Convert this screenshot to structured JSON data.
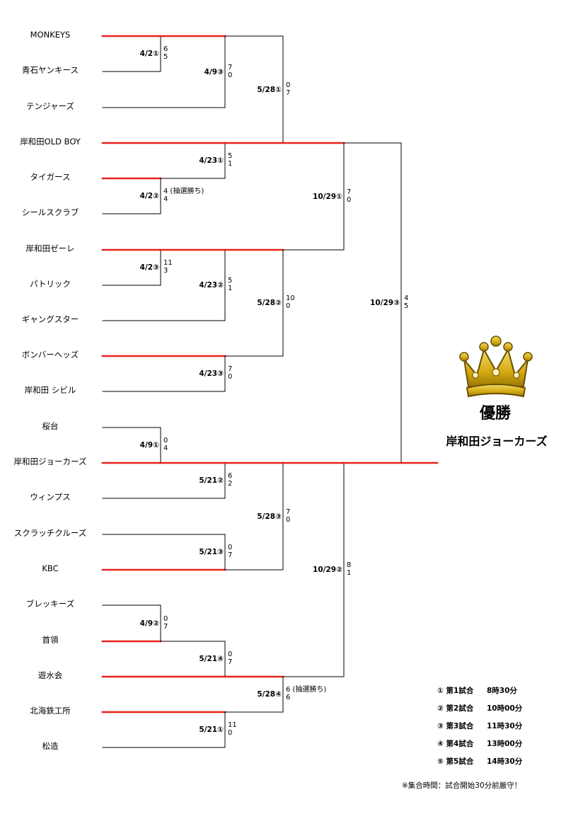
{
  "teams": [
    "MONKEYS",
    "青石ヤンキース",
    "テンジャーズ",
    "岸和田OLD BOY",
    "タイガース",
    "シールスクラブ",
    "岸和田ゼーレ",
    "パトリック",
    "ギャングスター",
    "ボンバーヘッズ",
    "岸和田 シビル",
    "桜台",
    "岸和田ジョーカーズ",
    "ウィンプス",
    "スクラッチクルーズ",
    "KBC",
    "ブレッキーズ",
    "首領",
    "遊水会",
    "北海鉄工所",
    "松造"
  ],
  "matches": [
    {
      "date": "4/2①",
      "s1": "6",
      "s2": "5",
      "winner": 1
    },
    {
      "date": "4/9③",
      "s1": "7",
      "s2": "0",
      "winner": 1
    },
    {
      "date": "4/2②",
      "s1": "4 (抽選勝ち)",
      "s2": "4",
      "winner": 1
    },
    {
      "date": "4/23①",
      "s1": "5",
      "s2": "1",
      "winner": 1
    },
    {
      "date": "5/28①",
      "s1": "0",
      "s2": "7",
      "winner": 2
    },
    {
      "date": "4/2③",
      "s1": "11",
      "s2": "3",
      "winner": 1
    },
    {
      "date": "4/23②",
      "s1": "5",
      "s2": "1",
      "winner": 1
    },
    {
      "date": "4/23③",
      "s1": "7",
      "s2": "0",
      "winner": 1
    },
    {
      "date": "5/28②",
      "s1": "10",
      "s2": "0",
      "winner": 1
    },
    {
      "date": "10/29①",
      "s1": "7",
      "s2": "0",
      "winner": 1
    },
    {
      "date": "4/9①",
      "s1": "0",
      "s2": "4",
      "winner": 2
    },
    {
      "date": "5/21②",
      "s1": "6",
      "s2": "2",
      "winner": 1
    },
    {
      "date": "5/21③",
      "s1": "0",
      "s2": "7",
      "winner": 2
    },
    {
      "date": "5/28③",
      "s1": "7",
      "s2": "0",
      "winner": 1
    },
    {
      "date": "4/9②",
      "s1": "0",
      "s2": "7",
      "winner": 2
    },
    {
      "date": "5/21④",
      "s1": "0",
      "s2": "7",
      "winner": 2
    },
    {
      "date": "5/21①",
      "s1": "11",
      "s2": "0",
      "winner": 1
    },
    {
      "date": "5/28④",
      "s1": "6 (抽選勝ち)",
      "s2": "6",
      "winner": 1
    },
    {
      "date": "10/29②",
      "s1": "8",
      "s2": "1",
      "winner": 1
    },
    {
      "date": "10/29③",
      "s1": "4",
      "s2": "5",
      "winner": 2
    }
  ],
  "champion": {
    "title": "優勝",
    "name": "岸和田ジョーカーズ"
  },
  "legend": [
    {
      "mark": "① 第1試合",
      "time": "8時30分"
    },
    {
      "mark": "② 第2試合",
      "time": "10時00分"
    },
    {
      "mark": "③ 第3試合",
      "time": "11時30分"
    },
    {
      "mark": "④ 第4試合",
      "time": "13時00分"
    },
    {
      "mark": "⑤ 第5試合",
      "time": "14時30分"
    }
  ],
  "note": "※集合時間：試合開始30分前厳守！",
  "colors": {
    "win": "#e8231c",
    "loss": "#000000",
    "crown": "#d9b014"
  }
}
